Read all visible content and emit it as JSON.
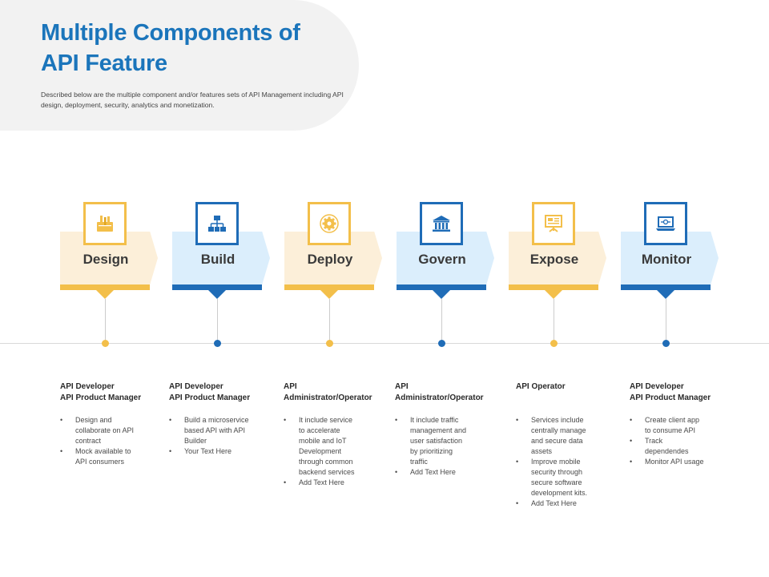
{
  "header": {
    "title": "Multiple Components of\nAPI Feature",
    "subtitle": "Described below are the multiple component and/or features sets of API Management including API design, deployment, security, analytics and monetization."
  },
  "colors": {
    "yellow": "#f3bf4a",
    "blue": "#1f6cb7",
    "title": "#1b75bb"
  },
  "stages": [
    {
      "label": "Design",
      "icon": "design-tools-icon",
      "theme": "yellow",
      "roles": "API Developer\nAPI Product Manager",
      "bullets": [
        "Design and\ncollaborate on API\ncontract",
        "Mock available to\nAPI consumers"
      ]
    },
    {
      "label": "Build",
      "icon": "hierarchy-icon",
      "theme": "blue",
      "roles": "API Developer\nAPI Product Manager",
      "bullets": [
        "Build a microservice\nbased API with API\nBuilder",
        " Your Text Here"
      ]
    },
    {
      "label": "Deploy",
      "icon": "gear-icon",
      "theme": "yellow",
      "roles": "API\nAdministrator/Operator",
      "bullets": [
        "It include service\nto accelerate\nmobile and IoT\nDevelopment\nthrough common\nbackend services",
        " Add Text Here"
      ]
    },
    {
      "label": "Govern",
      "icon": "bank-icon",
      "theme": "blue",
      "roles": "API\nAdministrator/Operator",
      "bullets": [
        "It include traffic\nmanagement and\nuser satisfaction\nby prioritizing\ntraffic",
        "Add Text Here"
      ]
    },
    {
      "label": "Expose",
      "icon": "presentation-board-icon",
      "theme": "yellow",
      "roles": "API Operator",
      "bullets": [
        "Services include\ncentrally manage\nand secure data\nassets",
        "Improve mobile\nsecurity through\nsecure software\ndevelopment kits.",
        "Add Text Here"
      ]
    },
    {
      "label": "Monitor",
      "icon": "laptop-monitor-icon",
      "theme": "blue",
      "roles": "API Developer\nAPI Product Manager",
      "bullets": [
        "Create client app\nto consume API",
        "Track\ndependendes",
        "Monitor API usage"
      ]
    }
  ]
}
